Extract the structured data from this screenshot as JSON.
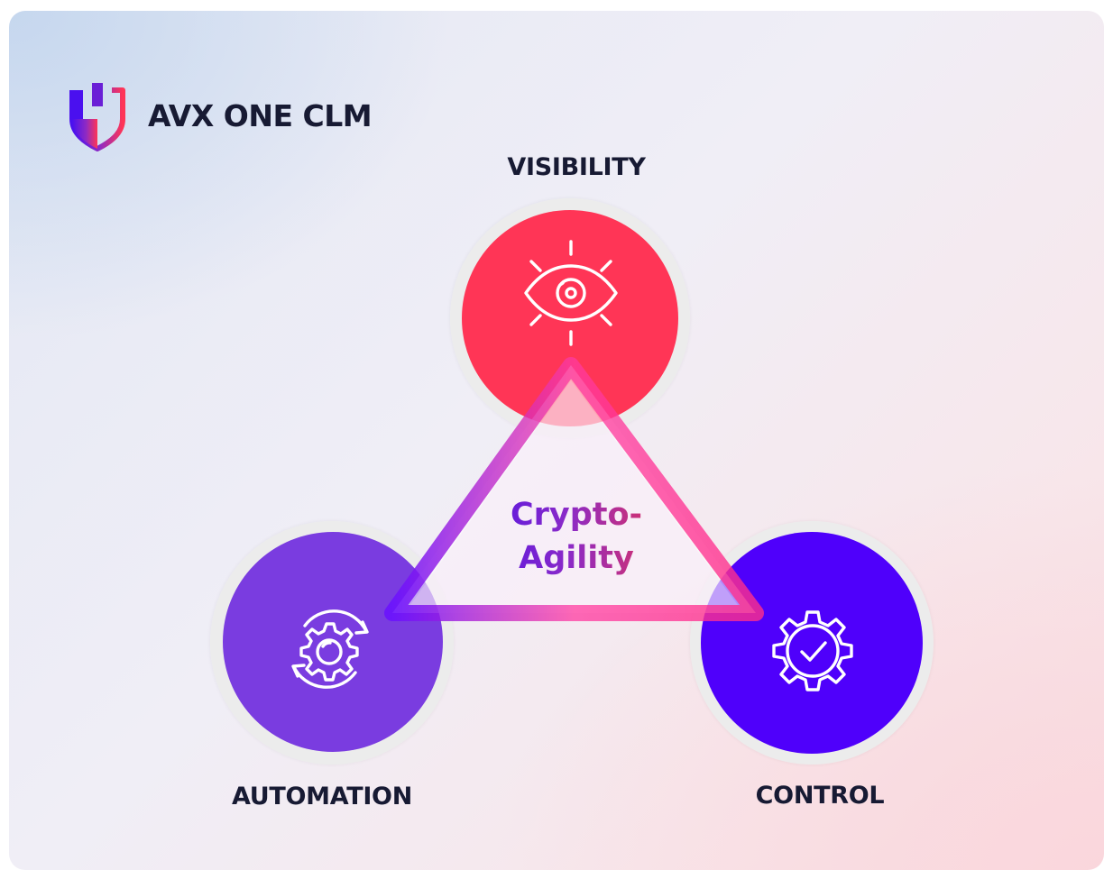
{
  "brand": {
    "name": "AVX ONE CLM",
    "logo_icon": "shield-icon"
  },
  "diagram": {
    "center": {
      "line1": "Crypto-",
      "line2": "Agility"
    },
    "nodes": {
      "visibility": {
        "label": "VISIBILITY",
        "icon": "eye-icon",
        "color": "#ff3556"
      },
      "automation": {
        "label": "AUTOMATION",
        "icon": "gear-cycle-icon",
        "color": "#7a3ce0"
      },
      "control": {
        "label": "CONTROL",
        "icon": "gear-check-icon",
        "color": "#4f00fb"
      }
    }
  },
  "colors": {
    "text": "#171a33",
    "accent_red": "#ff3556",
    "accent_violet": "#7a3ce0",
    "accent_blue": "#4f00fb"
  }
}
